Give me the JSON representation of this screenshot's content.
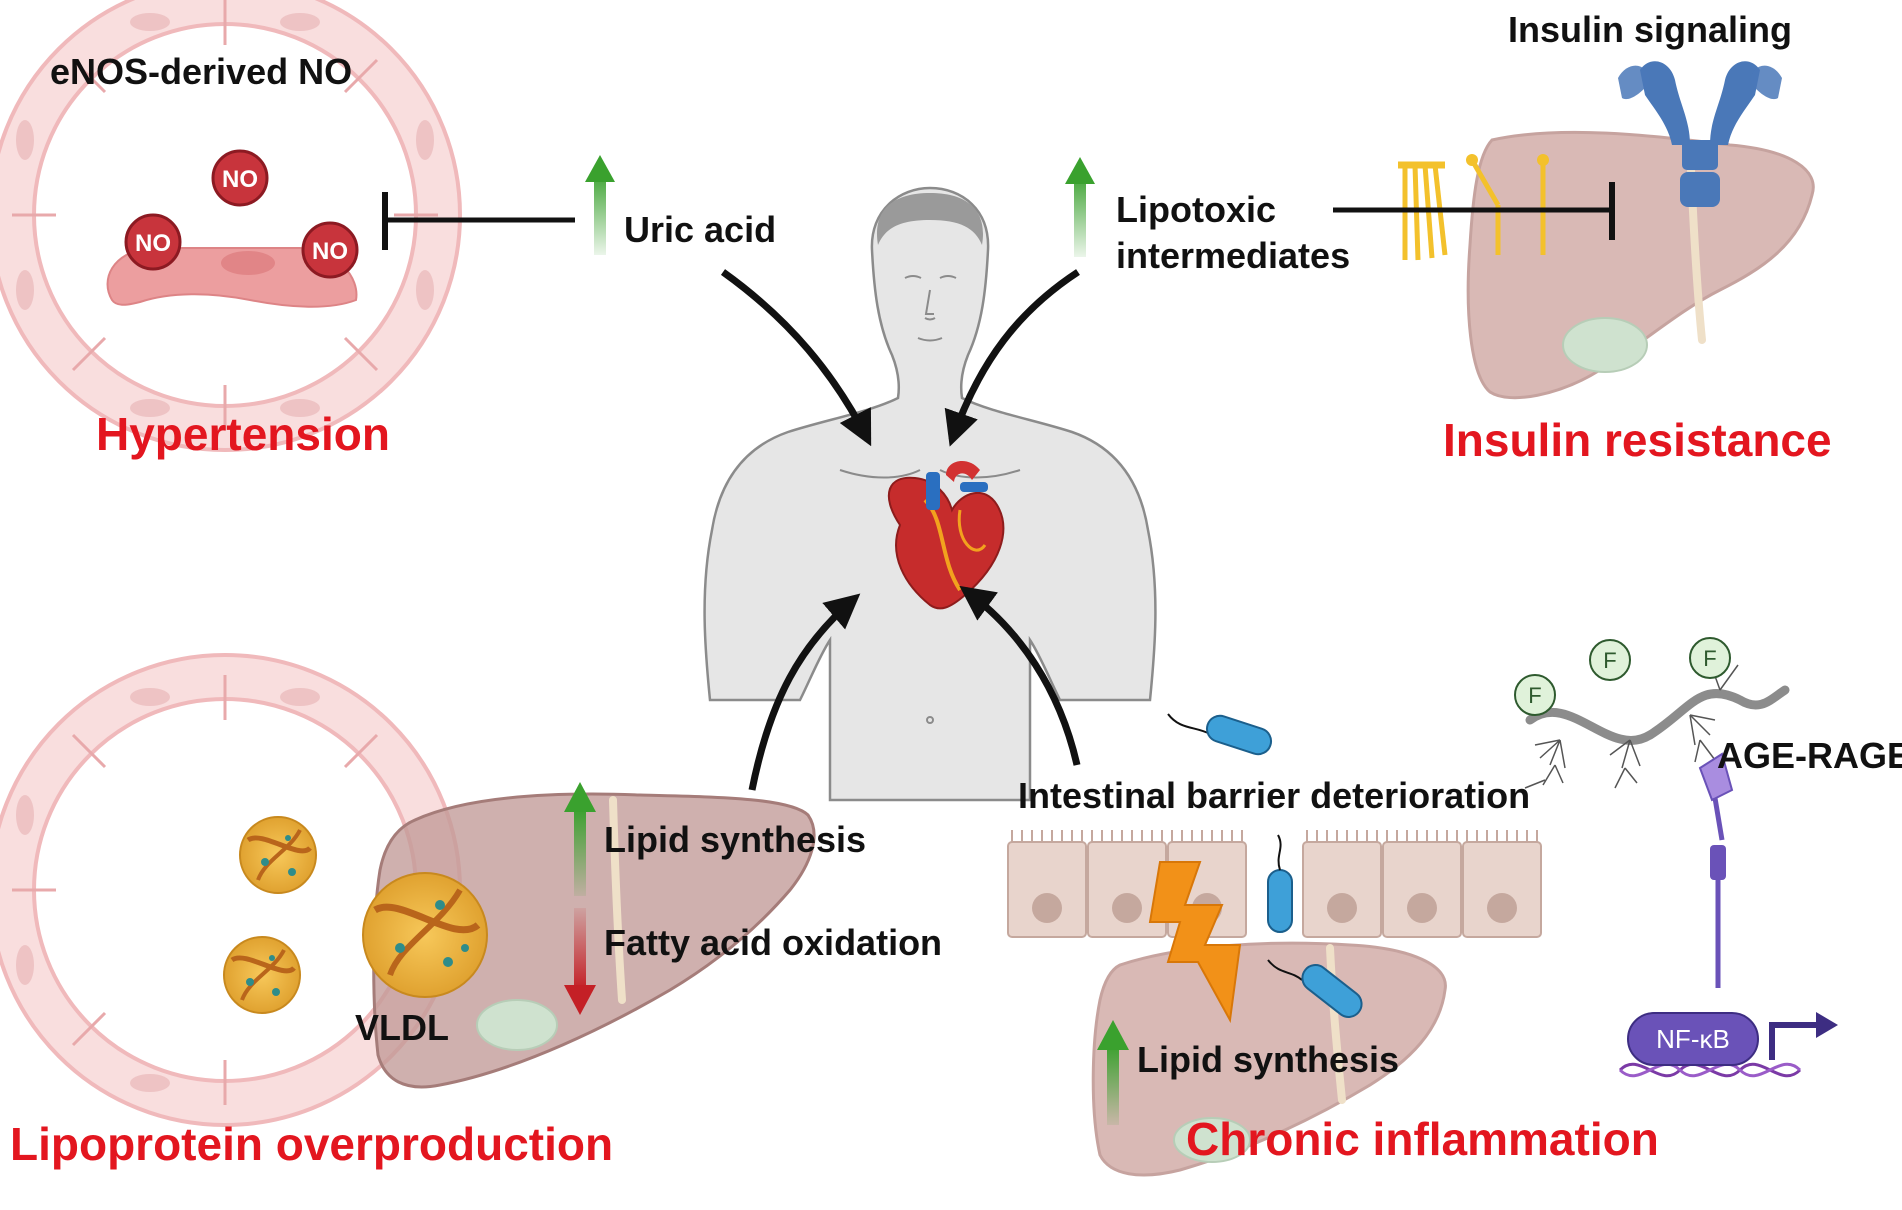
{
  "labels": {
    "enos": "eNOS-derived NO",
    "no": "NO",
    "hypertension": "Hypertension",
    "uric_acid": "Uric acid",
    "lipotoxic_line1": "Lipotoxic",
    "lipotoxic_line2": "intermediates",
    "insulin_signaling": "Insulin signaling",
    "insulin_resistance": "Insulin resistance",
    "lipid_synthesis": "Lipid synthesis",
    "fatty_acid_oxidation": "Fatty acid oxidation",
    "vldl": "VLDL",
    "lipoprotein_overproduction": "Lipoprotein overproduction",
    "intestinal_barrier": "Intestinal barrier deterioration",
    "age_rage": "AGE-RAGE",
    "f": "F",
    "nfkb": "NF-κB",
    "chronic_inflammation": "Chronic inflammation"
  },
  "colors": {
    "title_red": "#e3161f",
    "increase_green": "#3aa12e",
    "decrease_red": "#c42026",
    "vessel_pink": "#f6d5d5",
    "liver": "#d9b9b5",
    "no_red": "#c8343c",
    "receptor_blue": "#4a78b8",
    "lipid_yellow": "#f3c12c",
    "nfkb_purple": "#6a52b8",
    "bolt_orange": "#f29118"
  }
}
